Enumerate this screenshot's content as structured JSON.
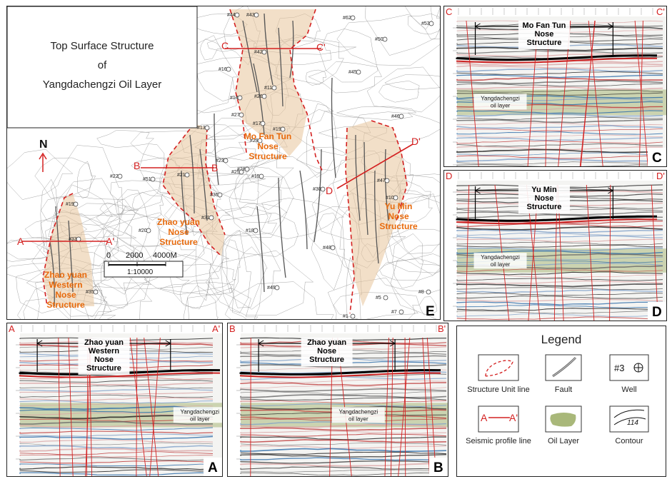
{
  "map": {
    "title_lines": [
      "Top  Surface Structure",
      "of",
      "Yangdachengzi Oil Layer"
    ],
    "north": "N",
    "panel_letter": "E",
    "scale": {
      "ticks": [
        "0",
        "2000",
        "4000M"
      ],
      "ratio": "1:10000"
    },
    "structures": [
      {
        "id": "mofantun",
        "lines": [
          "Mo Fan Tun",
          "Nose",
          "Structure"
        ]
      },
      {
        "id": "zhaoyuan",
        "lines": [
          "Zhao yuan",
          "Nose",
          "Structure"
        ]
      },
      {
        "id": "yumin",
        "lines": [
          "Yu Min",
          "Nose",
          "Structure"
        ]
      },
      {
        "id": "zhaoyuan-western",
        "lines": [
          "Zhao yuan",
          "Western",
          "Nose",
          "Structure"
        ]
      }
    ],
    "profile_labels": [
      {
        "start": "A",
        "end": "A'"
      },
      {
        "start": "B",
        "end": "B"
      },
      {
        "start": "C",
        "end": "C'"
      },
      {
        "start": "D",
        "end": "D'"
      }
    ],
    "wells": [
      "#43",
      "#44",
      "#62",
      "#53",
      "#50",
      "#16",
      "#42",
      "#45",
      "#11",
      "#14",
      "#26",
      "#27",
      "#17",
      "#19",
      "#29",
      "#23",
      "#28",
      "#25",
      "#15",
      "#13",
      "#22",
      "#51",
      "#21",
      "#20",
      "#31",
      "#36",
      "#18",
      "#30",
      "#46",
      "#47",
      "#10",
      "#48",
      "#49",
      "#5",
      "#7",
      "#8",
      "#19",
      "#33",
      "#35",
      "#1"
    ]
  },
  "sections": {
    "A": {
      "letter": "A",
      "start": "A",
      "end": "A'",
      "structure": [
        "Zhao yuan",
        "Western",
        "Nose",
        "Structure"
      ],
      "oil": [
        "Yangdachengzi",
        "oil  layer"
      ]
    },
    "B": {
      "letter": "B",
      "start": "B",
      "end": "B'",
      "structure": [
        "Zhao yuan",
        "Nose",
        "Structure"
      ],
      "oil": [
        "Yangdachengzi",
        "oil  layer"
      ]
    },
    "C": {
      "letter": "C",
      "start": "C",
      "end": "C'",
      "structure": [
        "Mo Fan Tun",
        "Nose",
        "Structure"
      ],
      "oil": [
        "Yangdachengzi",
        "oil  layer"
      ]
    },
    "D": {
      "letter": "D",
      "start": "D",
      "end": "D'",
      "structure": [
        "Yu Min",
        "Nose",
        "Structure"
      ],
      "oil": [
        "Yangdachengzi",
        "oil  layer"
      ]
    }
  },
  "legend": {
    "title": "Legend",
    "items": [
      {
        "icon": "structure-unit-line-icon",
        "label": "Structure Unit line"
      },
      {
        "icon": "fault-icon",
        "label": "Fault"
      },
      {
        "icon": "well-icon",
        "label": "Well",
        "symbol": "#3"
      },
      {
        "icon": "seismic-profile-line-icon",
        "label": "Seismic profile line",
        "start": "A",
        "end": "A'"
      },
      {
        "icon": "oil-layer-icon",
        "label": "Oil Layer"
      },
      {
        "icon": "contour-icon",
        "label": "Contour",
        "value": "114"
      }
    ]
  },
  "colors": {
    "red": "#d42020",
    "orange": "#e86a0c",
    "structure_fill": "#e8c49a",
    "oil_green": "#a9b87a"
  }
}
